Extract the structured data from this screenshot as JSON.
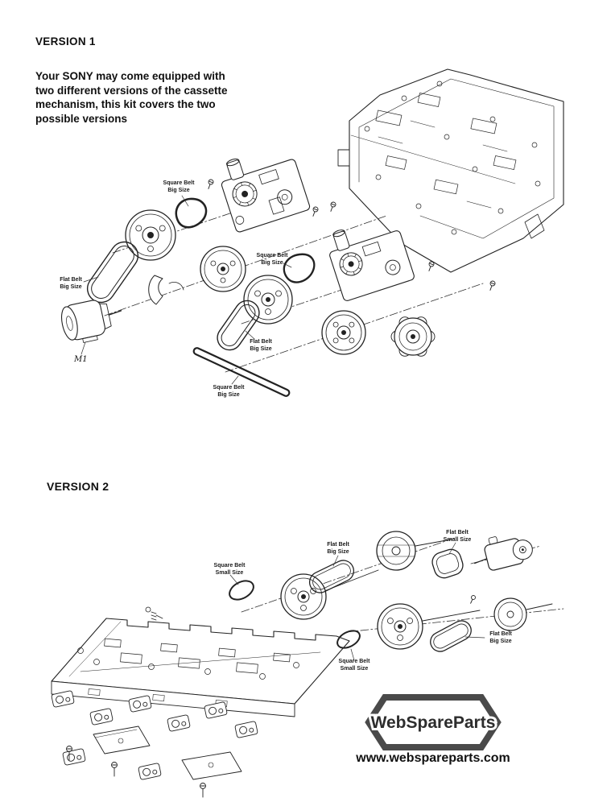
{
  "version1": {
    "title": "VERSION 1",
    "description": "Your SONY may come equipped with\ntwo different versions of the cassette\nmechanism, this kit covers the two\npossible versions",
    "motor_label": "M1",
    "labels": [
      {
        "text": "Square Belt\nBig Size"
      },
      {
        "text": "Flat Belt\nBig Size"
      },
      {
        "text": "Square Belt\nBig Size"
      },
      {
        "text": "Flat Belt\nBig Size"
      },
      {
        "text": "Square Belt\nBig Size"
      }
    ]
  },
  "version2": {
    "title": "VERSION 2",
    "labels": [
      {
        "text": "Square Belt\nSmall Size"
      },
      {
        "text": "Flat Belt\nBig Size"
      },
      {
        "text": "Flat Belt\nSmall Size"
      },
      {
        "text": "Flat Belt\nBig Size"
      },
      {
        "text": "Square Belt\nSmall Size"
      }
    ]
  },
  "branding": {
    "logo_text": "WebSpareParts",
    "website": "www.webspareparts.com"
  }
}
